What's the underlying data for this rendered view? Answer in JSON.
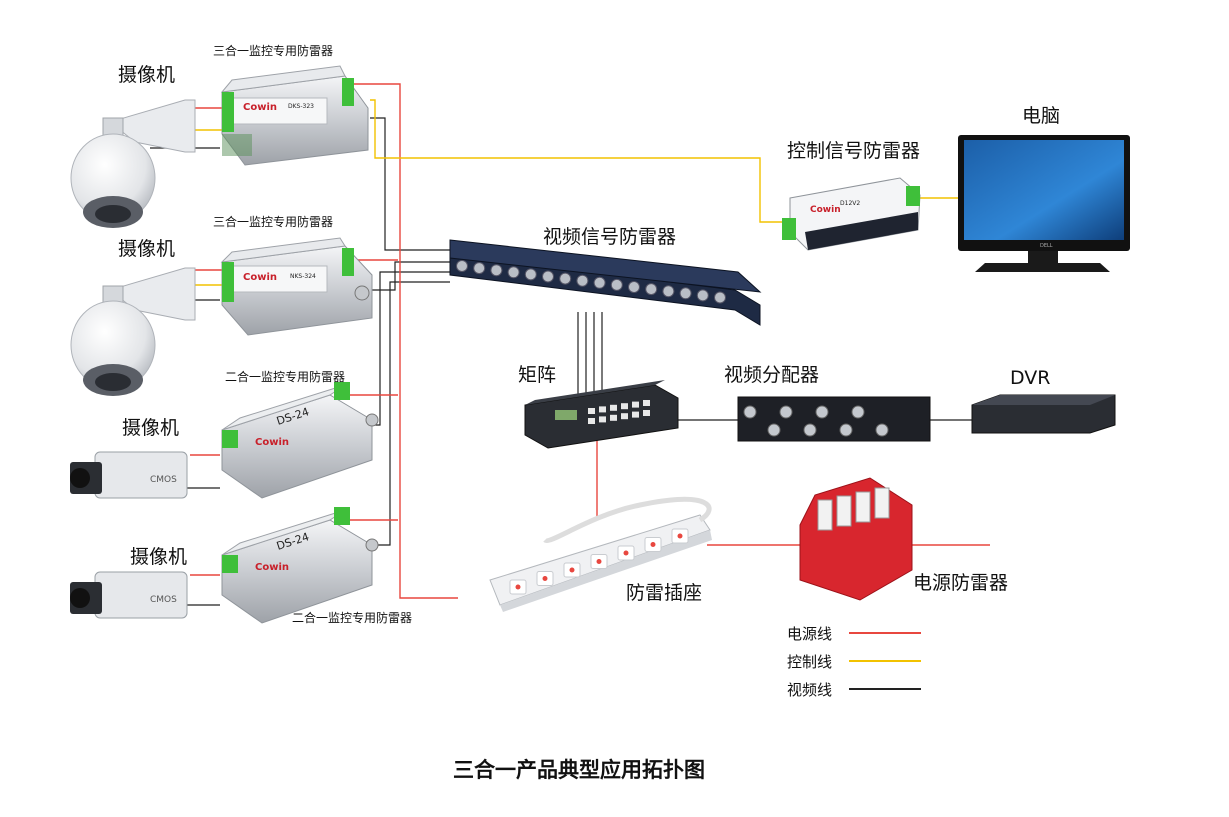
{
  "labels": {
    "camera1": "摄像机",
    "camera2": "摄像机",
    "camera3": "摄像机",
    "camera4": "摄像机",
    "spd_3in1_a": "三合一监控专用防雷器",
    "spd_3in1_b": "三合一监控专用防雷器",
    "spd_2in1_a": "二合一监控专用防雷器",
    "spd_2in1_b": "二合一监控专用防雷器",
    "video_spd": "视频信号防雷器",
    "control_spd": "控制信号防雷器",
    "computer": "电脑",
    "matrix": "矩阵",
    "distributor": "视频分配器",
    "dvr": "DVR",
    "socket": "防雷插座",
    "power_spd": "电源防雷器"
  },
  "device_marks": {
    "brand": "Cowin",
    "model_3in1_a": "DKS-323",
    "model_3in1_b": "NKS-324",
    "model_2in1": "DS-24",
    "model_control": "D12V2",
    "model_dvr_brand": "DELL"
  },
  "legend": [
    {
      "label": "电源线",
      "color": "#e8473f"
    },
    {
      "label": "控制线",
      "color": "#f2c200"
    },
    {
      "label": "视频线",
      "color": "#222222"
    }
  ],
  "title": "三合一产品典型应用拓扑图"
}
